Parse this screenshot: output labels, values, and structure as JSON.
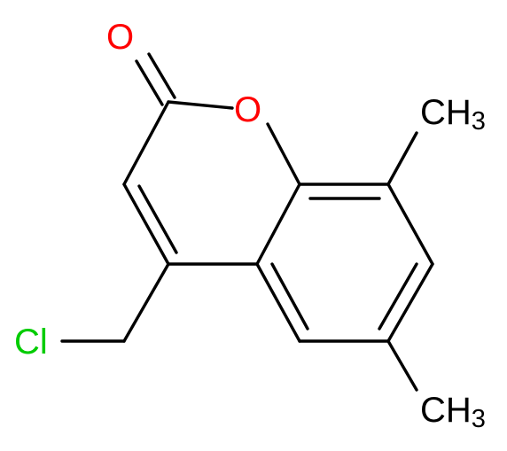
{
  "molecule": {
    "colors": {
      "bond": "#000000",
      "oxygen": "#ff0000",
      "chlorine": "#00cc00",
      "carbon": "#000000"
    },
    "atoms": {
      "carbonyl_oxygen": "O",
      "ring_oxygen": "O",
      "chlorine": "Cl",
      "methyl_8": {
        "main": "CH",
        "sub": "3"
      },
      "methyl_6": {
        "main": "CH",
        "sub": "3"
      }
    }
  }
}
